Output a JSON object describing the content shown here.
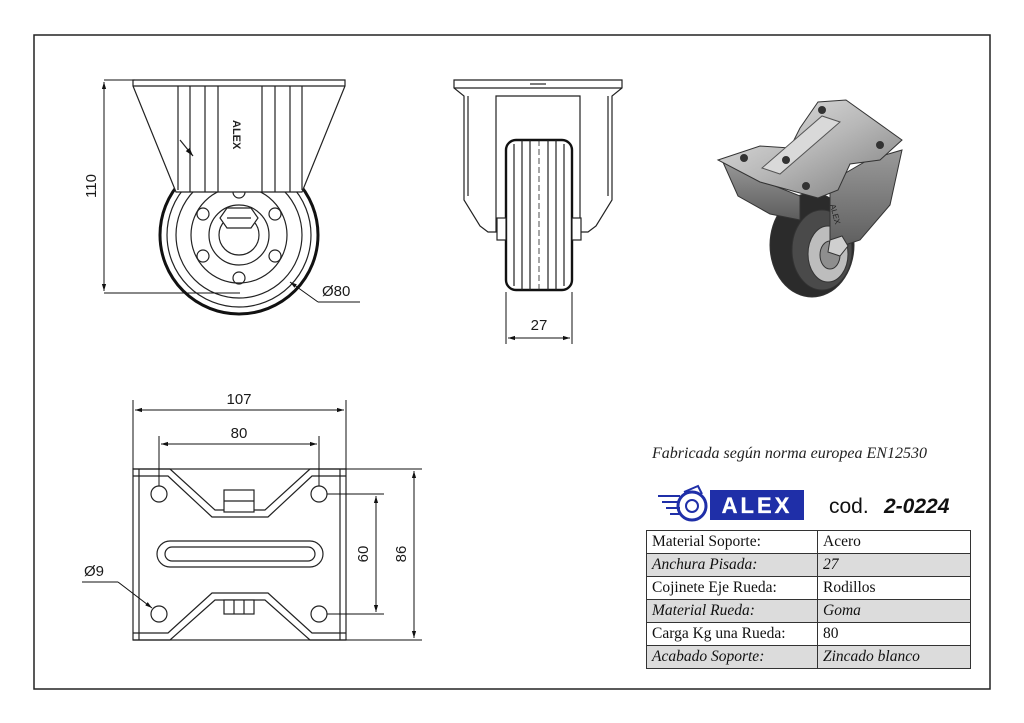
{
  "dimensions": {
    "height": "110",
    "wheel_diameter": "Ø80",
    "tread_width": "27",
    "plate_length": "107",
    "hole_spacing_length": "80",
    "hole_spacing_width": "60",
    "plate_width": "86",
    "hole_diameter": "Ø9"
  },
  "bracket_marking": "ALEX",
  "standard_note": "Fabricada según norma europea EN12530",
  "logo": {
    "text": "ALEX",
    "icon": "alex-wheel-logo-icon",
    "color": "#1f2fa8"
  },
  "code": {
    "label": "cod.",
    "value": "2-0224"
  },
  "specs": [
    {
      "label": "Material Soporte:",
      "value": "Acero"
    },
    {
      "label": "Anchura Pisada:",
      "value": "27"
    },
    {
      "label": "Cojinete Eje Rueda:",
      "value": "Rodillos"
    },
    {
      "label": "Material Rueda:",
      "value": "Goma"
    },
    {
      "label": "Carga Kg una Rueda:",
      "value": "80"
    },
    {
      "label": "Acabado Soporte:",
      "value": "Zincado blanco"
    }
  ]
}
